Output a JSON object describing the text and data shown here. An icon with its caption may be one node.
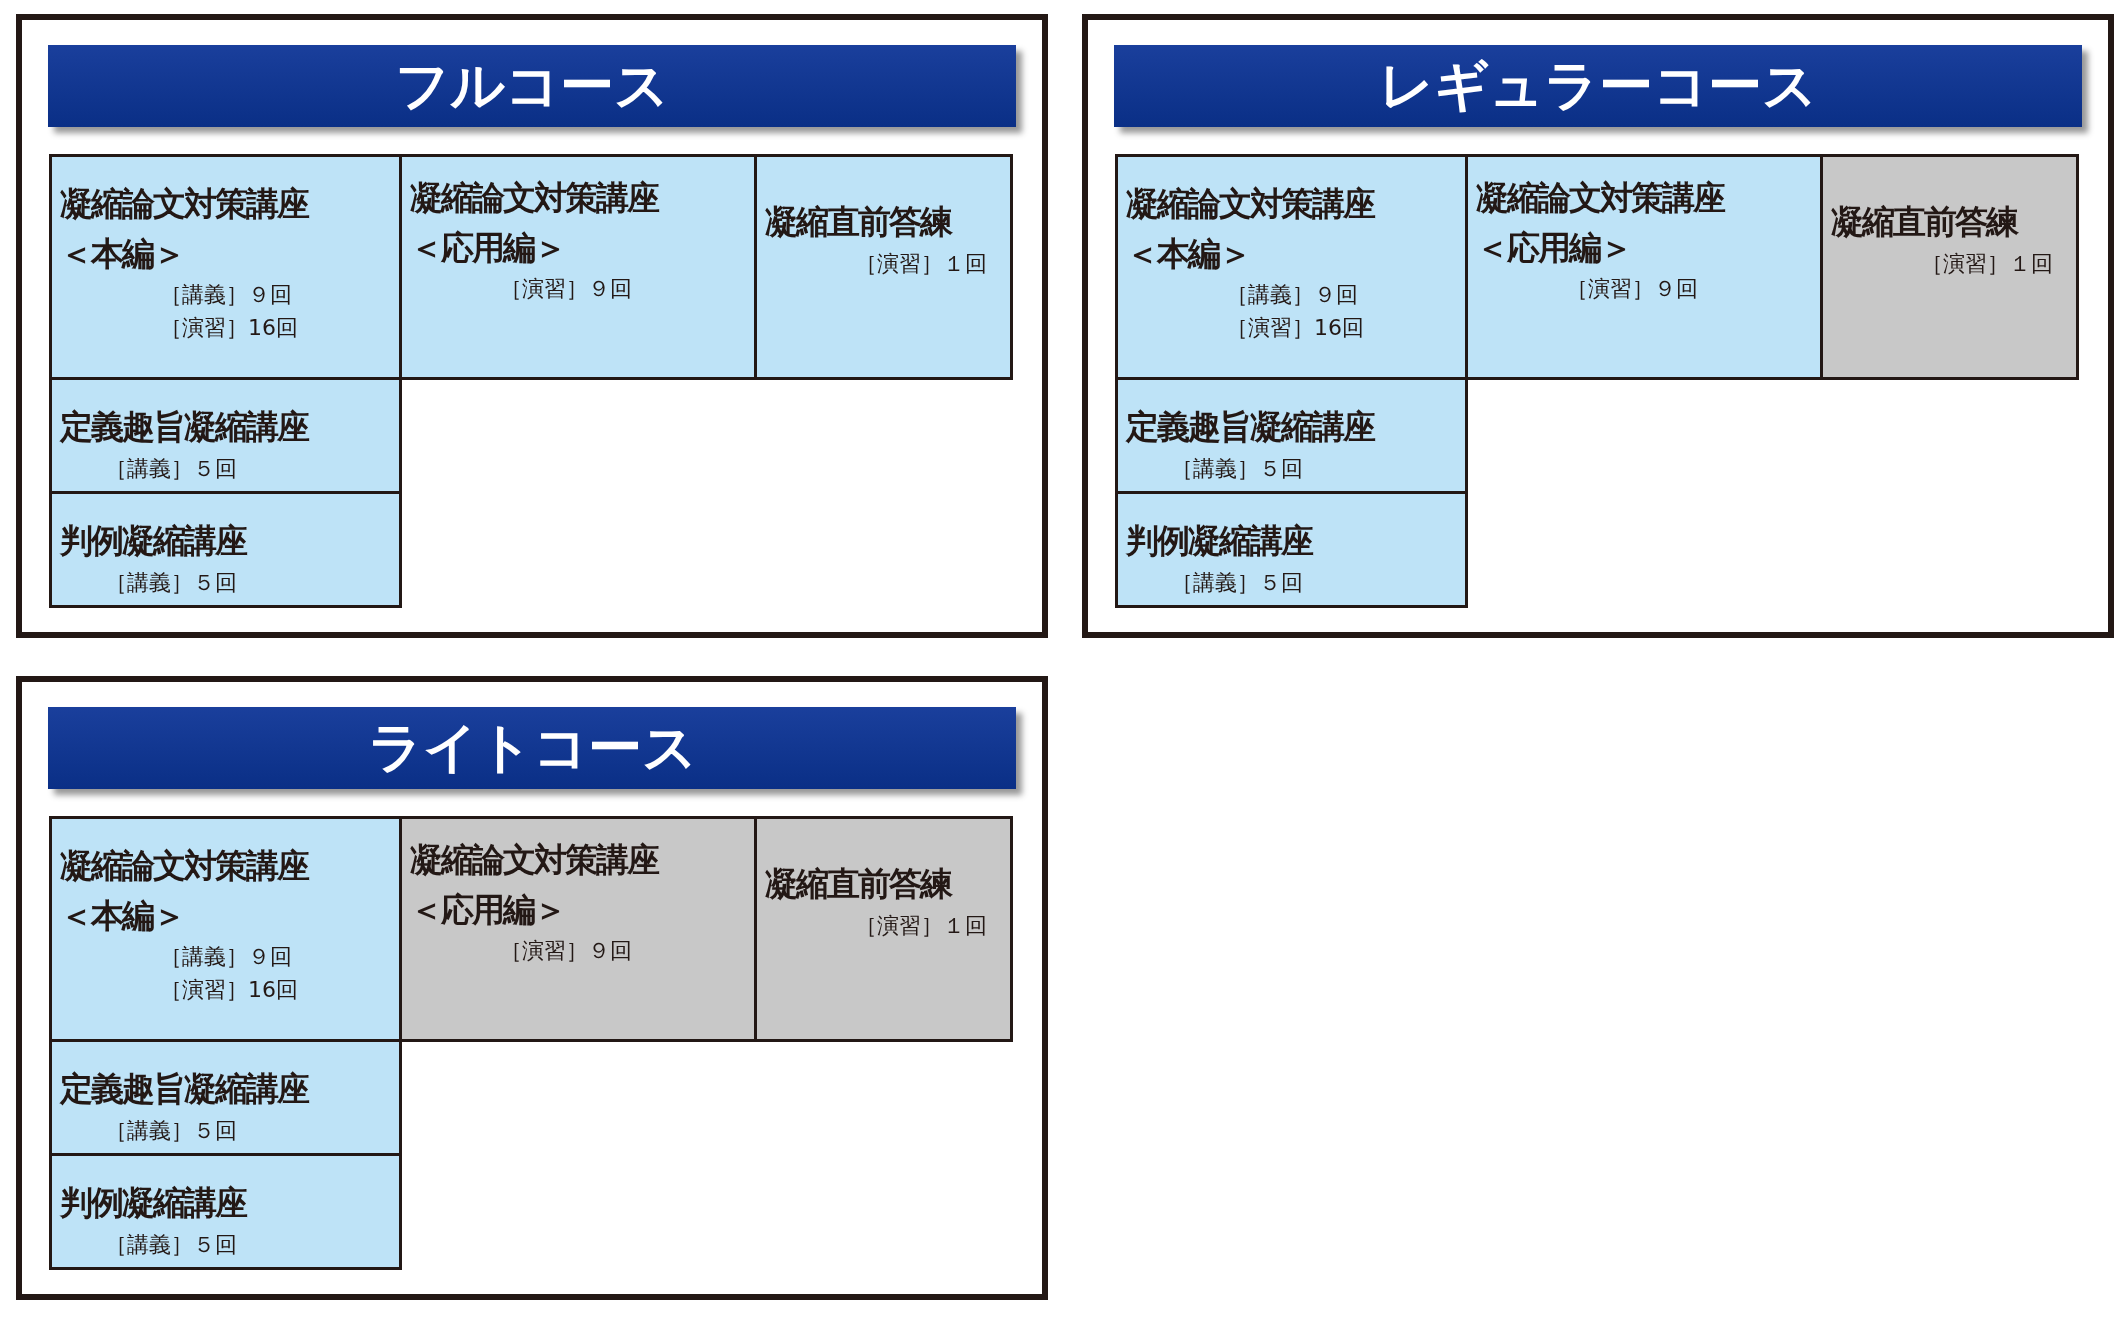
{
  "diagram": {
    "nodes": [
      {
        "text": [
          "フルコース"
        ]
      },
      {
        "text": [
          "凝縮論文対策講座＜本編＞",
          "［講義］９回",
          "［演習］16回"
        ],
        "in": 0
      },
      {
        "text": [
          "凝縮論文対策講座＜応用編＞",
          "［演習］９回"
        ],
        "in": 0
      },
      {
        "text": [
          "凝縮直前答練",
          "［演習］１回"
        ],
        "in": 0
      },
      {
        "text": [
          "定義趣旨凝縮講座",
          "［講義］５回"
        ],
        "in": 0
      },
      {
        "text": [
          "判例凝縮講座",
          "［講義］５回"
        ],
        "in": 0
      },
      {
        "text": [
          "レギュラーコース"
        ]
      },
      {
        "text": [
          "凝縮論文対策講座＜本編＞",
          "［講義］９回",
          "［演習］16回"
        ],
        "in": 6
      },
      {
        "text": [
          "凝縮論文対策講座＜応用編＞",
          "［演習］９回"
        ],
        "in": 6
      },
      {
        "text": [
          "凝縮直前答練",
          "［演習］１回"
        ],
        "in": 6
      },
      {
        "text": [
          "定義趣旨凝縮講座",
          "［講義］５回"
        ],
        "in": 6
      },
      {
        "text": [
          "判例凝縮講座",
          "［講義］５回"
        ],
        "in": 6
      },
      {
        "text": [
          "ライトコース"
        ]
      },
      {
        "text": [
          "凝縮論文対策講座＜本編＞",
          "［講義］９回",
          "［演習］16回"
        ],
        "in": 12
      },
      {
        "text": [
          "凝縮論文対策講座＜応用編＞",
          "［演習］９回"
        ],
        "in": 12
      },
      {
        "text": [
          "凝縮直前答練",
          "［演習］１回"
        ],
        "in": 12
      },
      {
        "text": [
          "定義趣旨凝縮講座",
          "［講義］５回"
        ],
        "in": 12
      },
      {
        "text": [
          "判例凝縮講座",
          "［講義］５回"
        ],
        "in": 12
      }
    ]
  }
}
